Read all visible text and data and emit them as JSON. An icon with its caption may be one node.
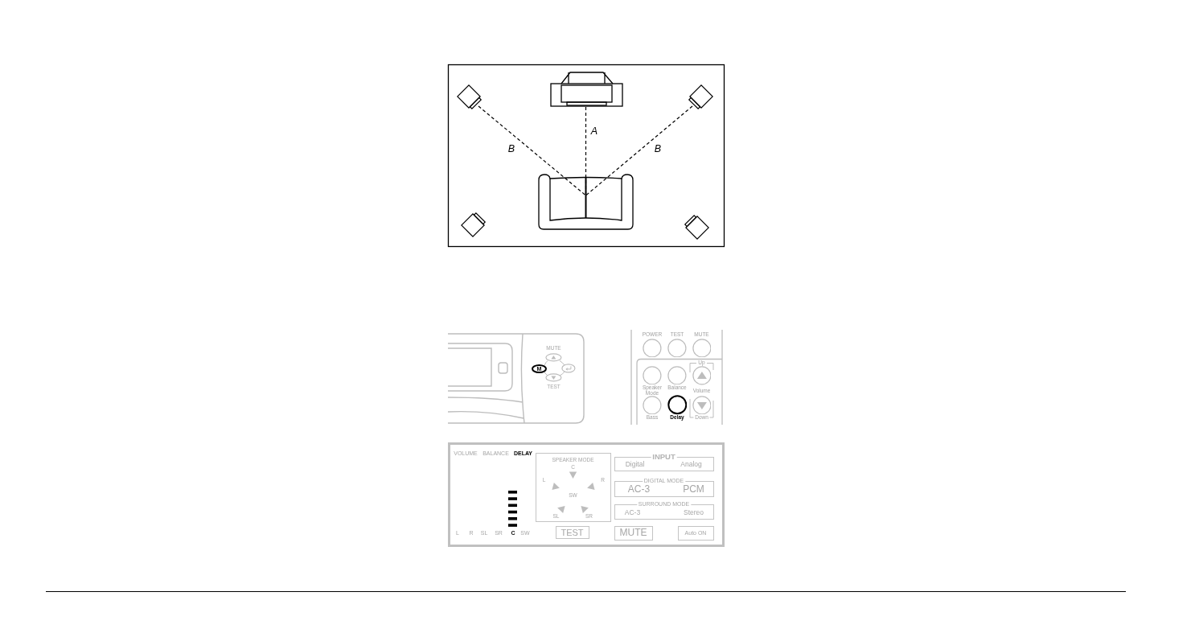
{
  "diagram": {
    "nodes": [
      {
        "text": [
          "M"
        ]
      },
      {
        "text": [
          "MUTE"
        ]
      },
      {
        "text": [],
        "shape": "circle"
      },
      {
        "text": [
          "TEST"
        ]
      },
      {
        "text": [
          "POWER"
        ]
      },
      {
        "text": [
          "TEST"
        ]
      },
      {
        "text": [
          "MUTE"
        ]
      },
      {
        "text": [
          "Speaker Mode"
        ]
      },
      {
        "text": [
          "Balance"
        ]
      },
      {
        "text": [
          "Up"
        ]
      },
      {
        "text": [
          "Bass"
        ]
      },
      {
        "text": [
          "Delay"
        ]
      },
      {
        "text": [
          "Down"
        ]
      },
      {
        "text": [
          "VOLUME",
          "BALANCE",
          "DELAY",
          "L",
          "R",
          "SL",
          "SR",
          "C",
          "SW"
        ]
      },
      {
        "text": [
          "SPEAKER MODE",
          "C",
          "L",
          "R",
          "SW",
          "SL",
          "SR"
        ],
        "in": 13
      },
      {
        "text": [
          "TEST"
        ],
        "in": 13
      },
      {
        "text": [
          "INPUT",
          "Digital",
          "Analog"
        ],
        "in": 13
      },
      {
        "text": [
          "DIGITAL MODE",
          "AC-3",
          "PCM"
        ],
        "in": 13
      },
      {
        "text": [
          "SURROUND MODE",
          "AC-3",
          "Stereo"
        ],
        "in": 13
      },
      {
        "text": [
          "MUTE"
        ],
        "in": 13
      },
      {
        "text": [
          "Auto ON"
        ],
        "in": 13
      }
    ],
    "labels": [
      "A",
      "B",
      "B",
      "Volume"
    ]
  }
}
